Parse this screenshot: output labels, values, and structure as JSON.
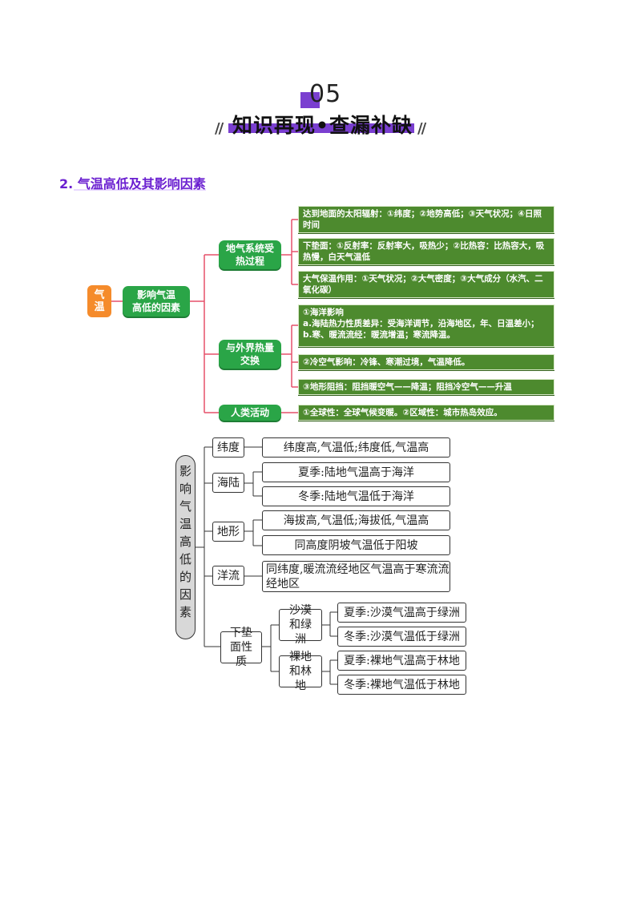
{
  "header": {
    "number": "05",
    "title": "知识再现•查漏补缺",
    "decor_left": "//",
    "decor_right": "//"
  },
  "section": {
    "title": "2. 气温高低及其影响因素"
  },
  "map1": {
    "root_left": "气\n温",
    "root": "影响气温\n高低的因素",
    "branches": [
      {
        "label": "地气系统受\n热过程",
        "leaves": [
          "达到地面的太阳辐射：①纬度；②地势高低；③天气状况；④日照时间",
          "下垫面：①反射率：反射率大，吸热少；②比热容：比热容大，吸热慢，白天气温低",
          "大气保温作用：①天气状况；②大气密度；③大气成分（水汽、二氧化碳）"
        ]
      },
      {
        "label": "与外界热量\n交换",
        "leaves": [
          "①海洋影响\na.海陆热力性质差异：受海洋调节，沿海地区，年、日温差小；\nb.寒、暖流流经：暖流增温；寒流降温。",
          "②冷空气影响：冷锋、寒潮过境，气温降低。",
          "③地形阻挡：阻挡暖空气——降温；阻挡冷空气——升温"
        ]
      },
      {
        "label": "人类活动",
        "leaves": [
          "①全球性：全球气候变暖。②区域性：城市热岛效应。"
        ]
      }
    ]
  },
  "map2": {
    "root": "影响气温高低的因素",
    "latitude": {
      "label": "纬度",
      "item": "纬度高,气温低;纬度低,气温高"
    },
    "land_sea": {
      "label": "海陆",
      "items": [
        "夏季:陆地气温高于海洋",
        "冬季:陆地气温低于海洋"
      ]
    },
    "terrain": {
      "label": "地形",
      "items": [
        "海拔高,气温低;海拔低,气温高",
        "同高度阴坡气温低于阳坡"
      ]
    },
    "current": {
      "label": "洋流",
      "item": "同纬度,暖流流经地区气温高于寒流流经地区"
    },
    "surface": {
      "label": "下垫面性质",
      "groups": [
        {
          "label": "沙漠和绿洲",
          "items": [
            "夏季:沙漠气温高于绿洲",
            "冬季:沙漠气温低于绿洲"
          ]
        },
        {
          "label": "裸地和林地",
          "items": [
            "夏季:裸地气温高于林地",
            "冬季:裸地气温低于林地"
          ]
        }
      ]
    }
  }
}
